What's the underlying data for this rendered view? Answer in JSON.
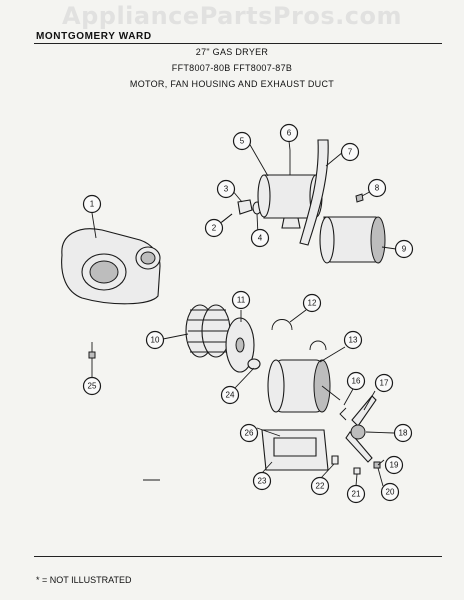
{
  "watermark": "AppliancePartsPros.com",
  "header": {
    "brand": "MONTGOMERY WARD",
    "title": "27\" GAS DRYER",
    "models": "FFT8007-80B  FFT8007-87B",
    "section": "MOTOR, FAN HOUSING AND EXHAUST DUCT"
  },
  "footnote": "* = NOT ILLUSTRATED",
  "callouts": [
    "1",
    "2",
    "3",
    "4",
    "5",
    "6",
    "7",
    "8",
    "9",
    "10",
    "11",
    "12",
    "13",
    "16",
    "17",
    "18",
    "19",
    "20",
    "21",
    "22",
    "23",
    "24",
    "25",
    "26"
  ]
}
